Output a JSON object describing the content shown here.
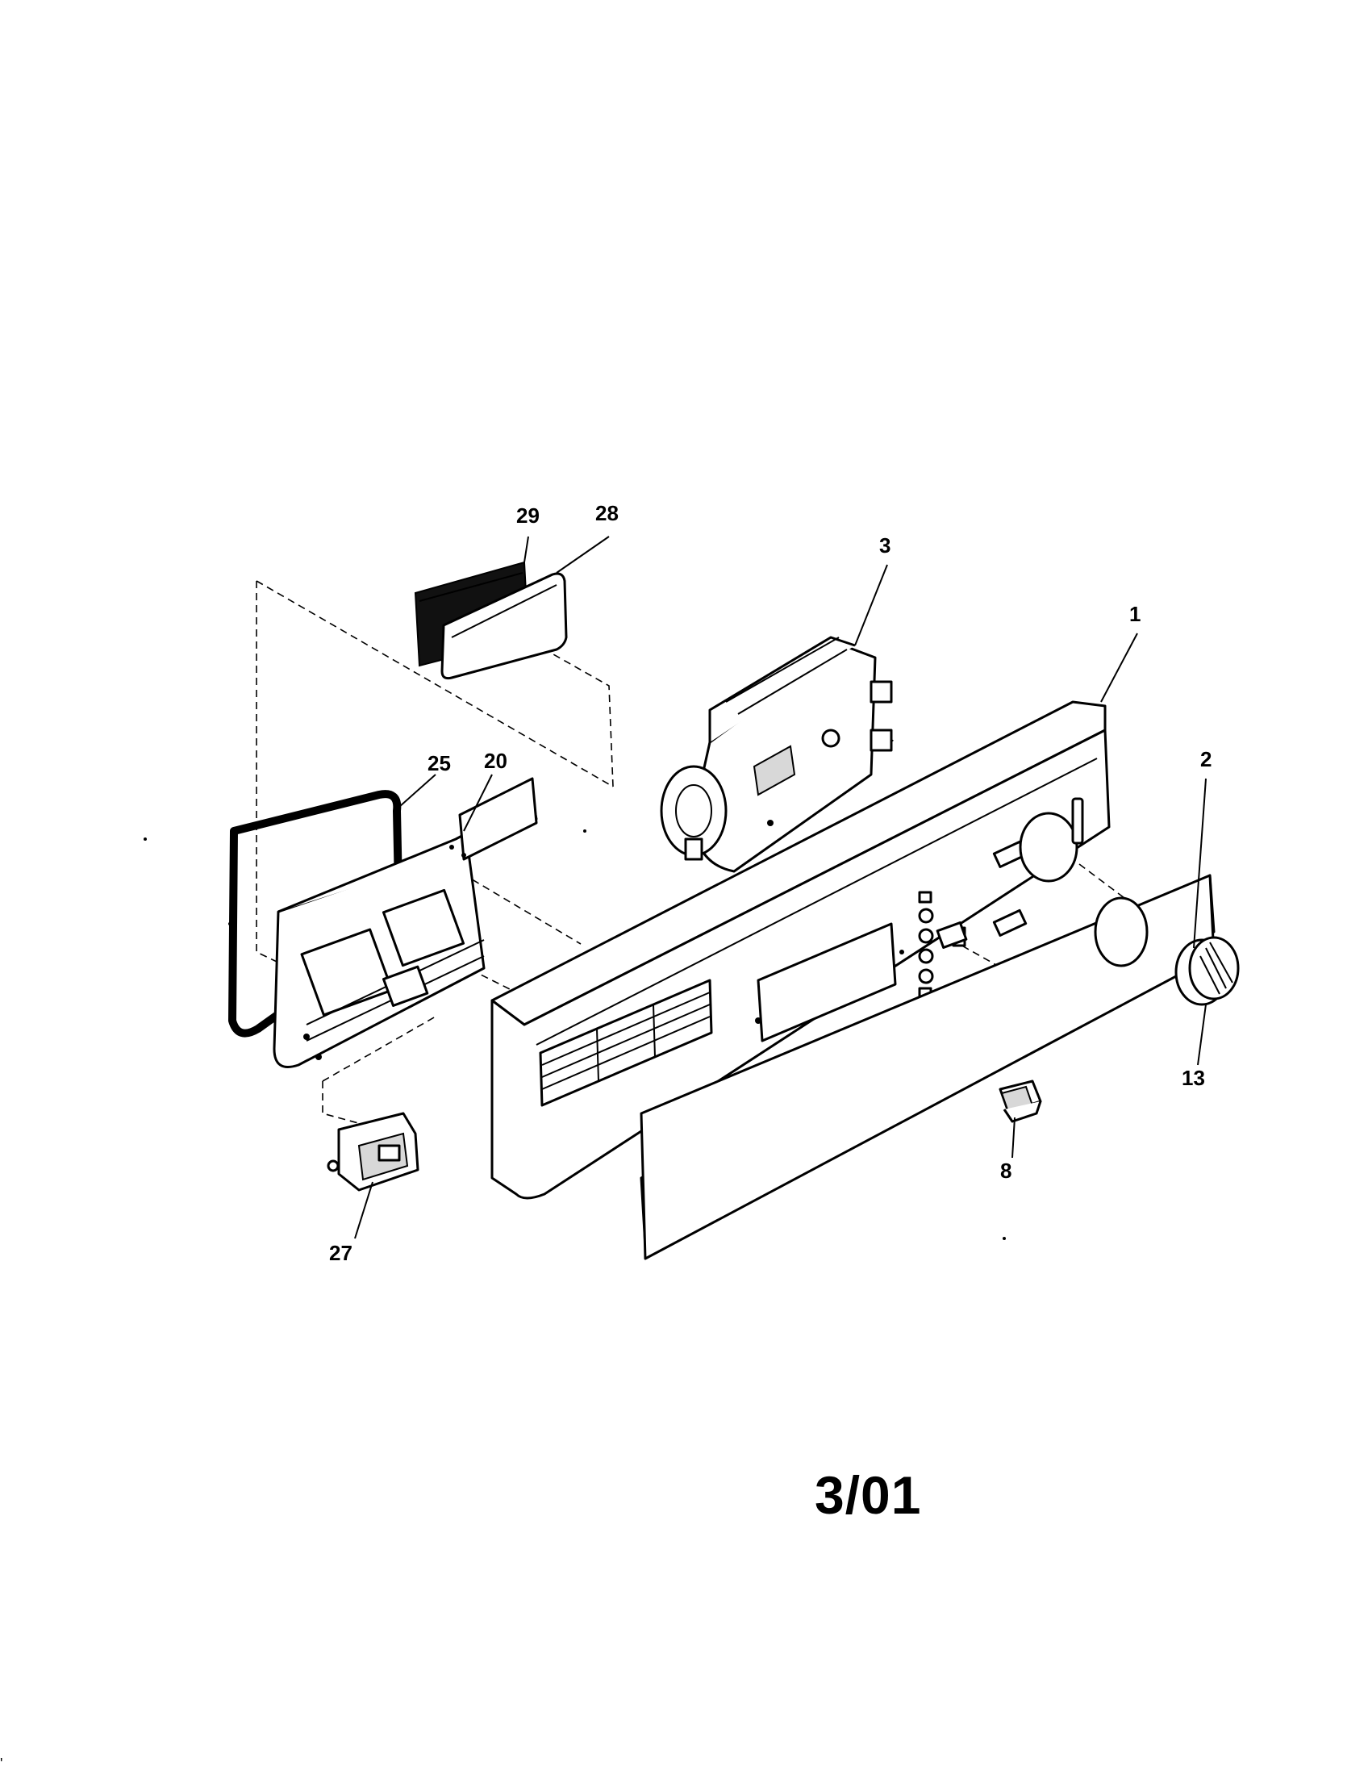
{
  "diagram": {
    "callouts": {
      "part_1": "1",
      "part_2": "2",
      "part_3": "3",
      "part_8": "8",
      "part_13": "13",
      "part_20": "20",
      "part_25": "25",
      "part_27": "27",
      "part_28": "28",
      "part_29": "29"
    },
    "date_code": "3/01",
    "corner_mark": "'"
  }
}
